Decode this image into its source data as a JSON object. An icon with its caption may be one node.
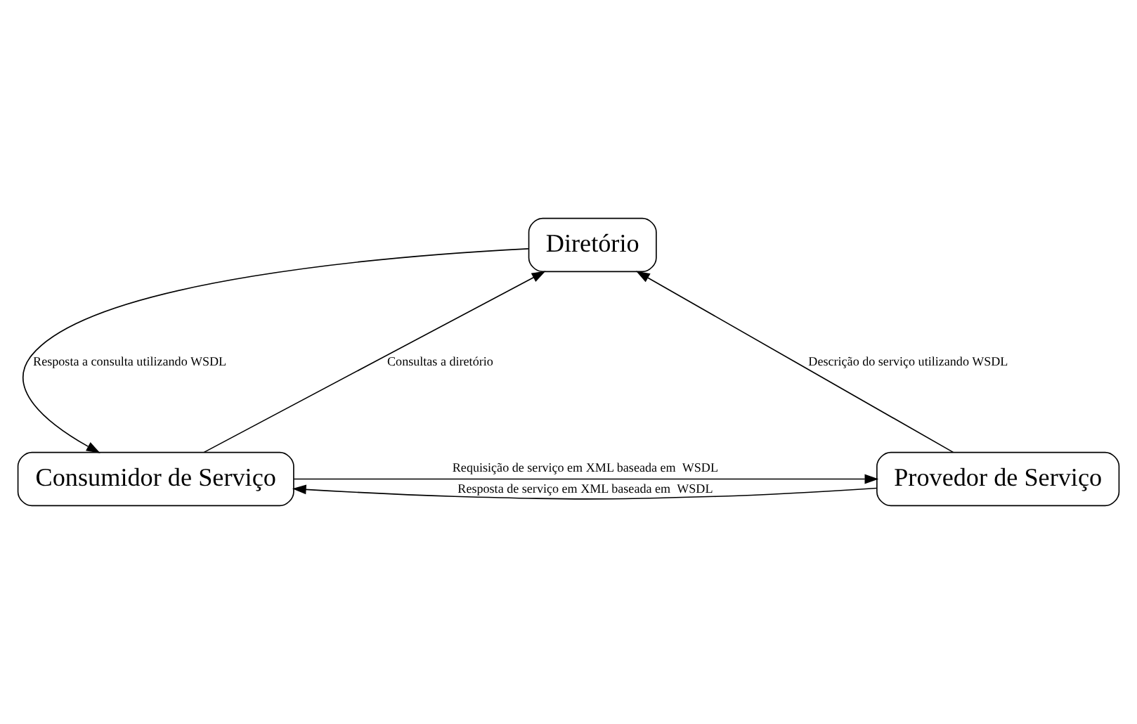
{
  "diagram": {
    "nodes": [
      {
        "text": [
          "Diretório"
        ]
      },
      {
        "text": [
          "Provedor de Serviço"
        ]
      },
      {
        "text": [
          "Consumidor de Serviço"
        ]
      }
    ],
    "edges": [
      {
        "from": 1,
        "to": 0,
        "arrow": "to",
        "label": "Descrição do serviço utilizando WSDL"
      },
      {
        "from": 0,
        "to": 2,
        "arrow": "to",
        "label": "Resposta a consulta utilizando WSDL"
      },
      {
        "from": 2,
        "to": 0,
        "arrow": "to",
        "label": "Consultas a diretório"
      },
      {
        "from": 2,
        "to": 1,
        "arrow": "to",
        "label": "Requisição de serviço em XML baseada em  WSDL"
      },
      {
        "from": 1,
        "to": 2,
        "arrow": "to",
        "label": "Resposta de serviço em XML baseada em  WSDL"
      }
    ]
  }
}
